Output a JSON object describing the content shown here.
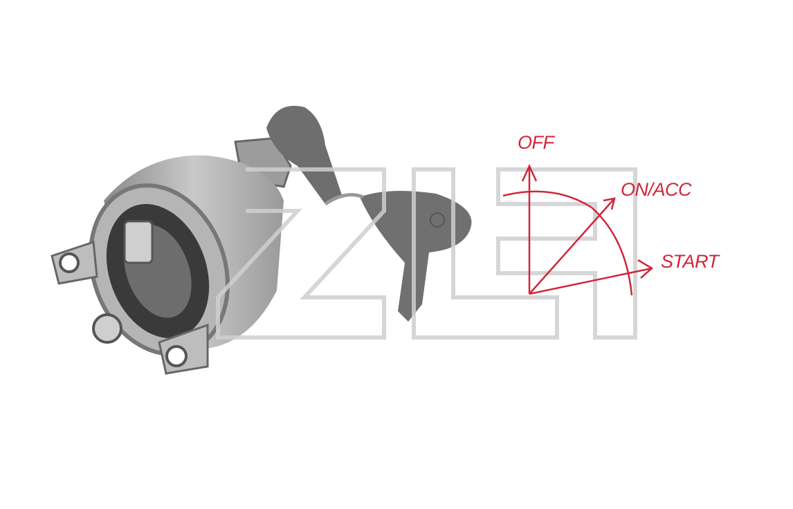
{
  "product": {
    "watermark_logo": "ZLE",
    "diagram": {
      "positions": [
        "OFF",
        "ON/ACC",
        "START"
      ],
      "accent_color": "#d0253a"
    }
  }
}
